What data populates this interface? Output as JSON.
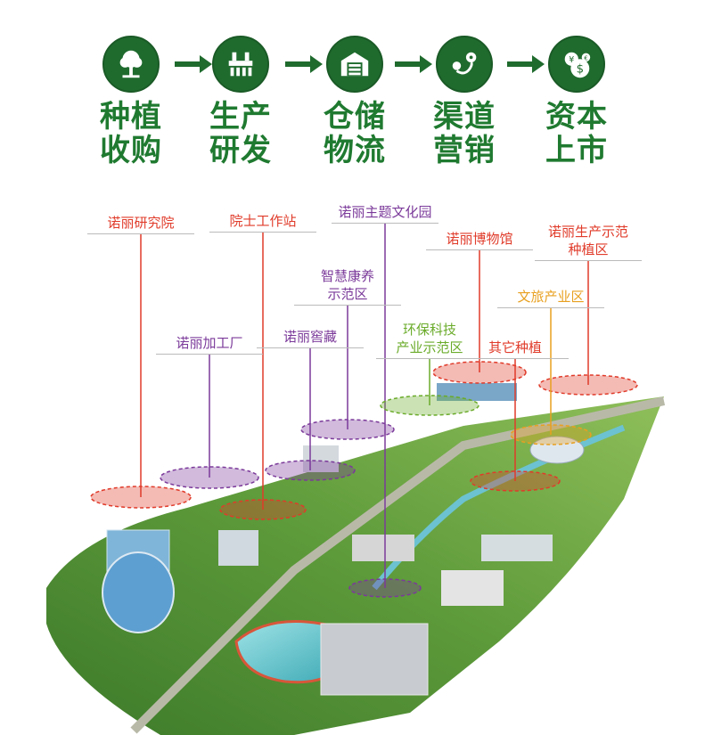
{
  "colors": {
    "brand_green": "#1f6b2e",
    "label_green": "#1f7a30",
    "red": "#e03b2a",
    "purple": "#7b3a9a",
    "green": "#6aab2a",
    "orange": "#e8a020",
    "magenta": "#c0408f"
  },
  "steps": [
    {
      "line1": "种植",
      "line2": "收购",
      "icon": "tree-icon"
    },
    {
      "line1": "生产",
      "line2": "研发",
      "icon": "factory-icon"
    },
    {
      "line1": "仓储",
      "line2": "物流",
      "icon": "warehouse-icon"
    },
    {
      "line1": "渠道",
      "line2": "营销",
      "icon": "route-icon"
    },
    {
      "line1": "资本",
      "line2": "上市",
      "icon": "money-bag-icon"
    }
  ],
  "zones": [
    {
      "line1": "诺丽研究院",
      "line2": "",
      "color": "#e03b2a"
    },
    {
      "line1": "院士工作站",
      "line2": "",
      "color": "#e03b2a"
    },
    {
      "line1": "诺丽主题文化园",
      "line2": "",
      "color": "#7b3a9a"
    },
    {
      "line1": "诺丽博物馆",
      "line2": "",
      "color": "#e03b2a"
    },
    {
      "line1": "诺丽生产示范",
      "line2": "种植区",
      "color": "#e03b2a"
    },
    {
      "line1": "智慧康养",
      "line2": "示范区",
      "color": "#7b3a9a"
    },
    {
      "line1": "文旅产业区",
      "line2": "",
      "color": "#e8a020"
    },
    {
      "line1": "环保科技",
      "line2": "产业示范区",
      "color": "#6aab2a"
    },
    {
      "line1": "诺丽加工厂",
      "line2": "",
      "color": "#7b3a9a"
    },
    {
      "line1": "诺丽窖藏",
      "line2": "",
      "color": "#7b3a9a"
    },
    {
      "line1": "其它种植",
      "line2": "",
      "color": "#e03b2a"
    }
  ]
}
